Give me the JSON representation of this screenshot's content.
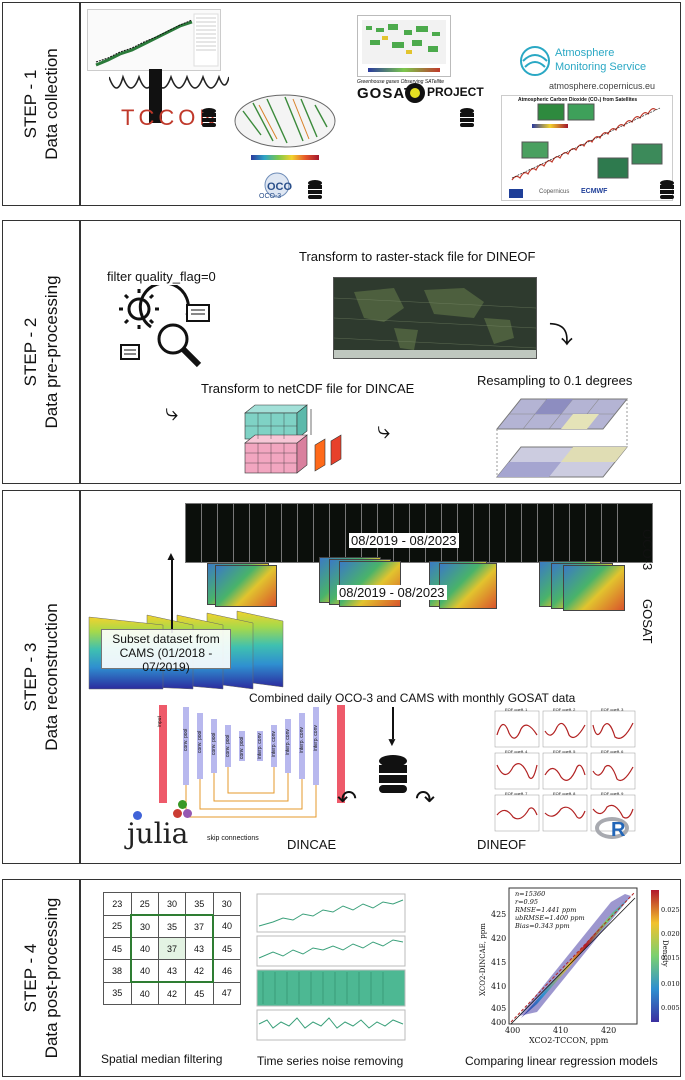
{
  "steps": [
    {
      "number": "STEP - 1",
      "title": "Data collection"
    },
    {
      "number": "STEP - 2",
      "title": "Data pre-processing"
    },
    {
      "number": "STEP - 3",
      "title": "Data reconstruction"
    },
    {
      "number": "STEP - 4",
      "title": "Data post-processing"
    }
  ],
  "step1": {
    "tccon": "TCCON",
    "oco3": "OCO-3",
    "gosat": "GOSAT",
    "gosat_project": "PROJECT",
    "gosat_sub": "Greenhouse gases Observing SATellite",
    "cams_name_1": "Atmosphere",
    "cams_name_2": "Monitoring Service",
    "cams_url": "atmosphere.copernicus.eu",
    "cams_chart_title": "Atmospheric Carbon Dioxide (CO₂) from Satellites",
    "cams_logos": [
      "Copernicus",
      "ECMWF"
    ]
  },
  "step2": {
    "filter": "filter quality_flag=0",
    "raster": "Transform to raster-stack file for DINEOF",
    "netcdf": "Transform to netCDF file for DINCAE",
    "resample": "Resampling to 0.1 degrees"
  },
  "step3": {
    "date_oco": "08/2019 - 08/2023",
    "date_gosat": "08/2019 - 08/2023",
    "oco_label": "OCO-3",
    "gosat_label": "GOSAT",
    "subset": "Subset dataset from CAMS (01/2018 - 07/2019)",
    "combined": "Combined daily OCO-3 and CAMS with monthly GOSAT data",
    "dincae": "DINCAE",
    "dineof": "DINEOF",
    "julia": "julia",
    "r_logo": "R",
    "skip": "skip connections",
    "unet_layers": [
      "input",
      "conv. pool",
      "conv. pool",
      "conv. pool",
      "conv. pool",
      "conv. pool",
      "interp. conv",
      "interp. conv",
      "interp. conv",
      "interp. conv",
      "interp. conv"
    ],
    "eof_titles": [
      "EOF coeff. 1",
      "EOF coeff. 2",
      "EOF coeff. 3",
      "EOF coeff. 4",
      "EOF coeff. 5",
      "EOF coeff. 6",
      "EOF coeff. 7",
      "EOF coeff. 8",
      "EOF coeff. 9"
    ]
  },
  "step4": {
    "grid": [
      [
        23,
        25,
        30,
        35,
        30
      ],
      [
        25,
        30,
        35,
        37,
        40
      ],
      [
        45,
        40,
        37,
        43,
        45
      ],
      [
        38,
        40,
        43,
        42,
        46
      ],
      [
        35,
        40,
        42,
        45,
        47
      ]
    ],
    "median_caption": "Spatial median filtering",
    "ts_caption": "Time series noise removing",
    "reg_caption": "Comparing linear regression models",
    "stats": [
      "n=15360",
      "r=0.95",
      "RMSE=1.441 ppm",
      "ubRMSE=1.400 ppm",
      "Bias=0.343 ppm"
    ],
    "xlabel": "XCO2-TCCON, ppm",
    "ylabel": "XCO2-DINCAE, ppm",
    "cbar_label": "Density",
    "x_ticks": [
      "400",
      "410",
      "420"
    ],
    "y_ticks": [
      "400",
      "405",
      "410",
      "415",
      "420",
      "425"
    ],
    "cbar_ticks": [
      "0.025",
      "0.020",
      "0.015",
      "0.010",
      "0.005"
    ]
  }
}
